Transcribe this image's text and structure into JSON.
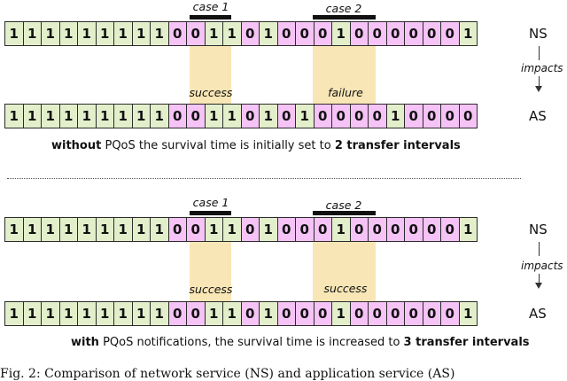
{
  "top": {
    "case1_label": "case 1",
    "case2_label": "case 2",
    "ns_bits": "11111111100110100010000001",
    "as_bits": "11111111100110101000010000",
    "ns_label": "NS",
    "as_label": "AS",
    "impacts_label": "impacts",
    "status1": "success",
    "status2": "failure",
    "caption_bold1": "without",
    "caption_mid": " PQoS the survival time is initially set to ",
    "caption_bold2": "2 transfer intervals"
  },
  "bottom": {
    "case1_label": "case 1",
    "case2_label": "case 2",
    "ns_bits": "11111111100110100010000001",
    "as_bits": "11111111100110100010000001",
    "ns_label": "NS",
    "as_label": "AS",
    "impacts_label": "impacts",
    "status1": "success",
    "status2": "success",
    "caption_bold1": "with",
    "caption_mid": " PQoS notifications, the survival time is increased to ",
    "caption_bold2": "3 transfer intervals"
  },
  "figure_caption_partial": "Fig. 2: Comparison of network service (NS) and application service (AS)"
}
